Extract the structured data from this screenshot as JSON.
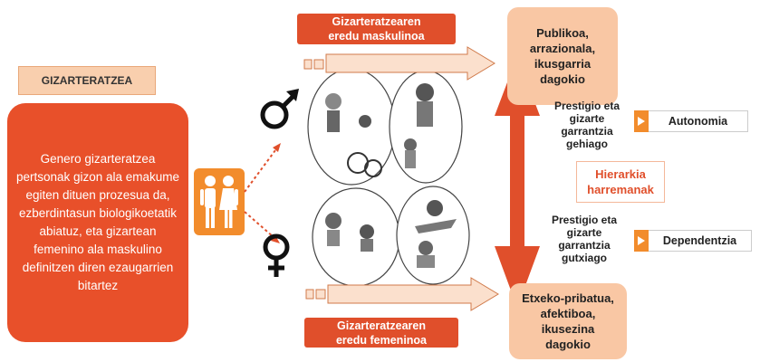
{
  "title": "GIZARTERATZEA",
  "definition": "Genero gizarteratzea pertsonak gizon ala emakume egiten dituen prozesua da, ezberdintasun biologikoetatik abiatuz, eta gizartean femenino ala maskulino definitzen diren ezaugarrien bitartez",
  "model_masculine": {
    "line1": "Gizarteratzearen",
    "line2": "eredu maskulinoa"
  },
  "model_feminine": {
    "line1": "Gizarteratzearen",
    "line2": "eredu femeninoa"
  },
  "public_box": [
    "Publikoa,",
    "arrazionala,",
    "ikusgarria",
    "dagokio"
  ],
  "private_box": [
    "Etxeko-pribatua,",
    "afektiboa,",
    "ikusezina",
    "dagokio"
  ],
  "prestige_more": [
    "Prestigio eta",
    "gizarte",
    "garrantzia",
    "gehiago"
  ],
  "prestige_less": [
    "Prestigio eta",
    "gizarte",
    "garrantzia",
    "gutxiago"
  ],
  "hierarchy": [
    "Hierarkia",
    "harremanak"
  ],
  "autonomy": "Autonomia",
  "dependency": "Dependentzia",
  "icons": {
    "male": "male-symbol-icon",
    "female": "female-symbol-icon",
    "couple": "couple-icon",
    "boys": "boys-clipart-icon",
    "girls": "girls-clipart-icon"
  },
  "colors": {
    "red_orange": "#e8502a",
    "orange": "#f28c2c",
    "peach": "#f9c7a4",
    "dark_red": "#e04f2b"
  }
}
